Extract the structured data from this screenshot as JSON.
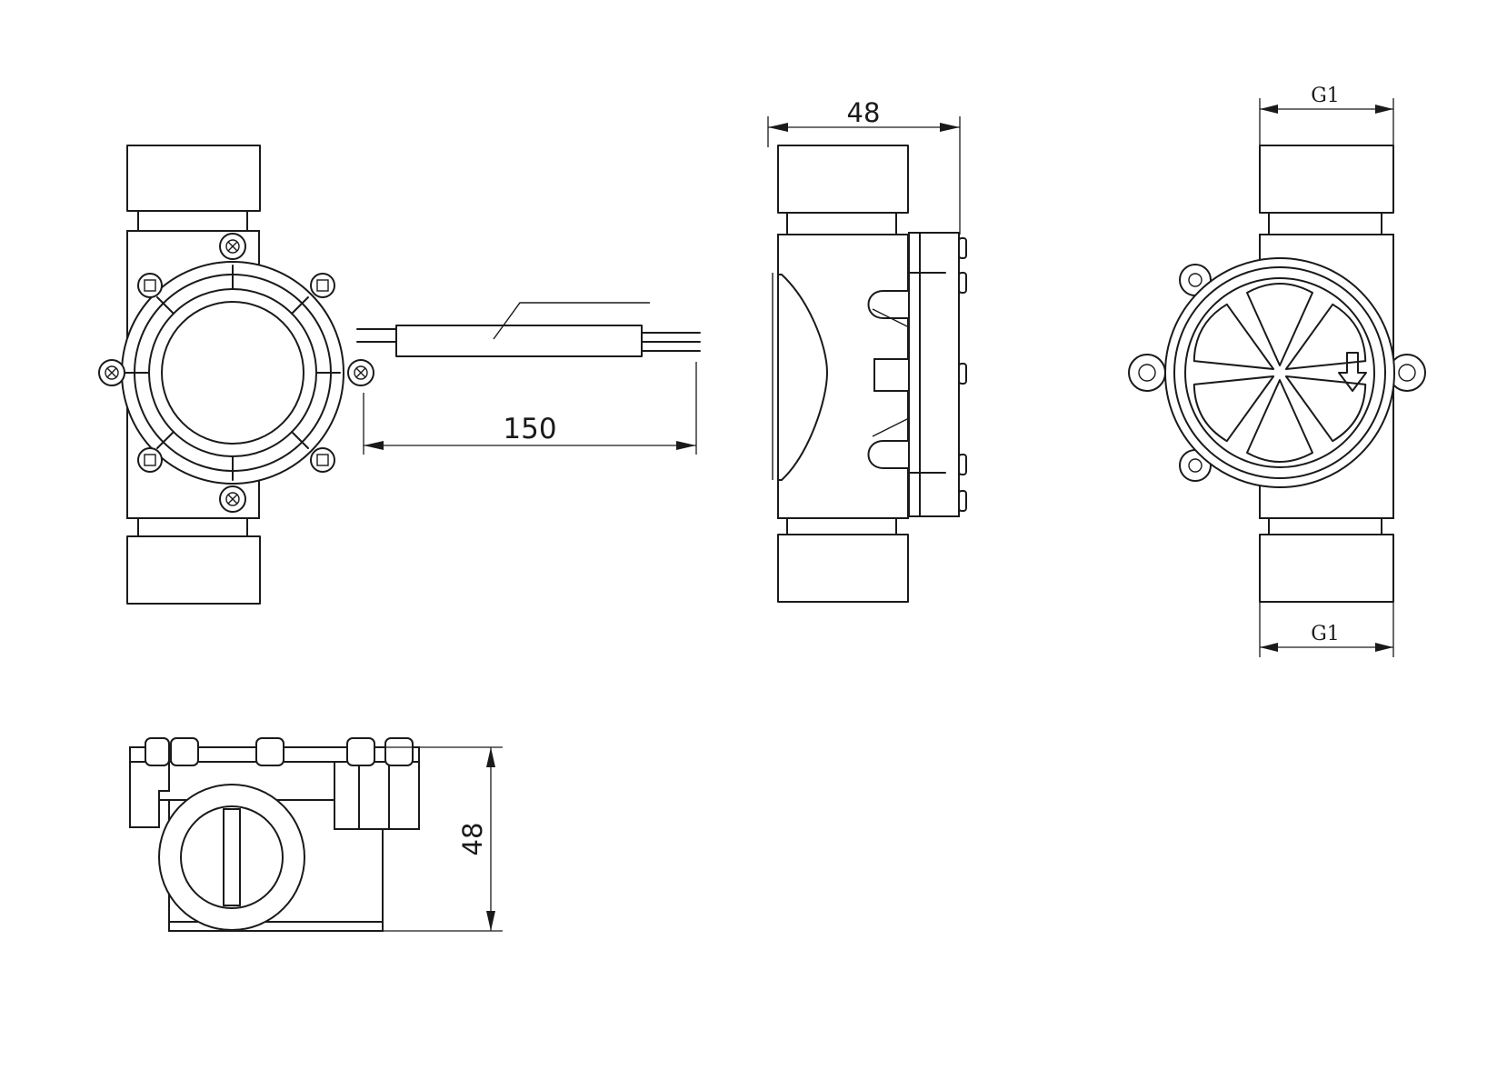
{
  "views": {
    "front": {
      "cable_length_label": "150"
    },
    "side": {
      "width_label": "48"
    },
    "back": {
      "top_thread_label": "G1",
      "bottom_thread_label": "G1"
    },
    "bottom": {
      "height_label": "48"
    }
  },
  "colors": {
    "line": "#1a1a1a",
    "background": "#ffffff"
  }
}
